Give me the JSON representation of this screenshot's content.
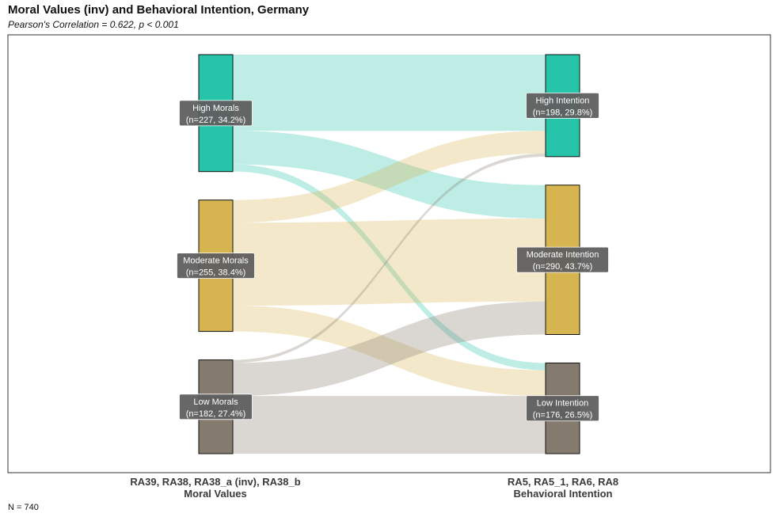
{
  "title": "Moral Values (inv) and Behavioral Intention, Germany",
  "subtitle": "Pearson's Correlation = 0.622, p < 0.001",
  "footnote": "N = 740",
  "axes": [
    {
      "line1": "RA39, RA38, RA38_a (inv), RA38_b",
      "line2": "Moral Values"
    },
    {
      "line1": "RA5, RA5_1, RA6, RA8",
      "line2": "Behavioral Intention"
    }
  ],
  "chart_data": {
    "type": "sankey",
    "title": "Moral Values (inv) and Behavioral Intention, Germany",
    "subtitle": "Pearson's Correlation = 0.622, p < 0.001",
    "total_n": 740,
    "colors": {
      "high": "#26c4a9",
      "moderate": "#d6b44f",
      "low": "#857a6e"
    },
    "source_nodes": [
      {
        "id": "high",
        "name": "High Morals",
        "n": 227,
        "label": "(n=227, 34.2%)"
      },
      {
        "id": "moderate",
        "name": "Moderate Morals",
        "n": 255,
        "label": "(n=255, 38.4%)"
      },
      {
        "id": "low",
        "name": "Low Morals",
        "n": 182,
        "label": "(n=182, 27.4%)"
      }
    ],
    "target_nodes": [
      {
        "id": "high",
        "name": "High Intention",
        "n": 198,
        "label": "(n=198, 29.8%)"
      },
      {
        "id": "moderate",
        "name": "Moderate Intention",
        "n": 290,
        "label": "(n=290, 43.7%)"
      },
      {
        "id": "low",
        "name": "Low Intention",
        "n": 176,
        "label": "(n=176, 26.5%)"
      }
    ],
    "flows": [
      {
        "source": "high",
        "target": "high",
        "value": 148
      },
      {
        "source": "high",
        "target": "moderate",
        "value": 65
      },
      {
        "source": "high",
        "target": "low",
        "value": 14
      },
      {
        "source": "moderate",
        "target": "high",
        "value": 44
      },
      {
        "source": "moderate",
        "target": "moderate",
        "value": 161
      },
      {
        "source": "moderate",
        "target": "low",
        "value": 50
      },
      {
        "source": "low",
        "target": "high",
        "value": 6
      },
      {
        "source": "low",
        "target": "moderate",
        "value": 64
      },
      {
        "source": "low",
        "target": "low",
        "value": 112
      }
    ]
  }
}
